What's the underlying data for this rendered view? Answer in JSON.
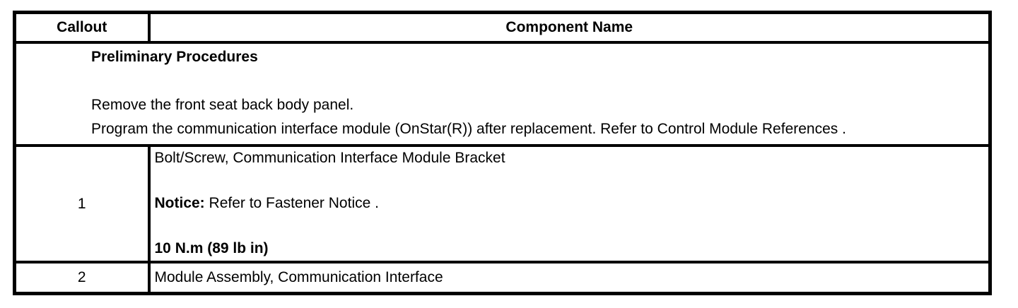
{
  "table": {
    "header": {
      "callout": "Callout",
      "component_name": "Component Name"
    },
    "preliminary": {
      "title": "Preliminary Procedures",
      "steps": [
        "Remove the front seat back body panel.",
        "Program the communication interface module (OnStar(R)) after replacement. Refer to Control Module References ."
      ]
    },
    "rows": [
      {
        "callout": "1",
        "component": "Bolt/Screw, Communication Interface Module Bracket",
        "notice_label": "Notice:",
        "notice_text": " Refer to Fastener Notice .",
        "torque": "10 N.m (89 lb in)"
      },
      {
        "callout": "2",
        "component": "Module Assembly, Communication Interface"
      }
    ]
  },
  "colors": {
    "border": "#000000",
    "text": "#000000",
    "background": "#ffffff"
  }
}
